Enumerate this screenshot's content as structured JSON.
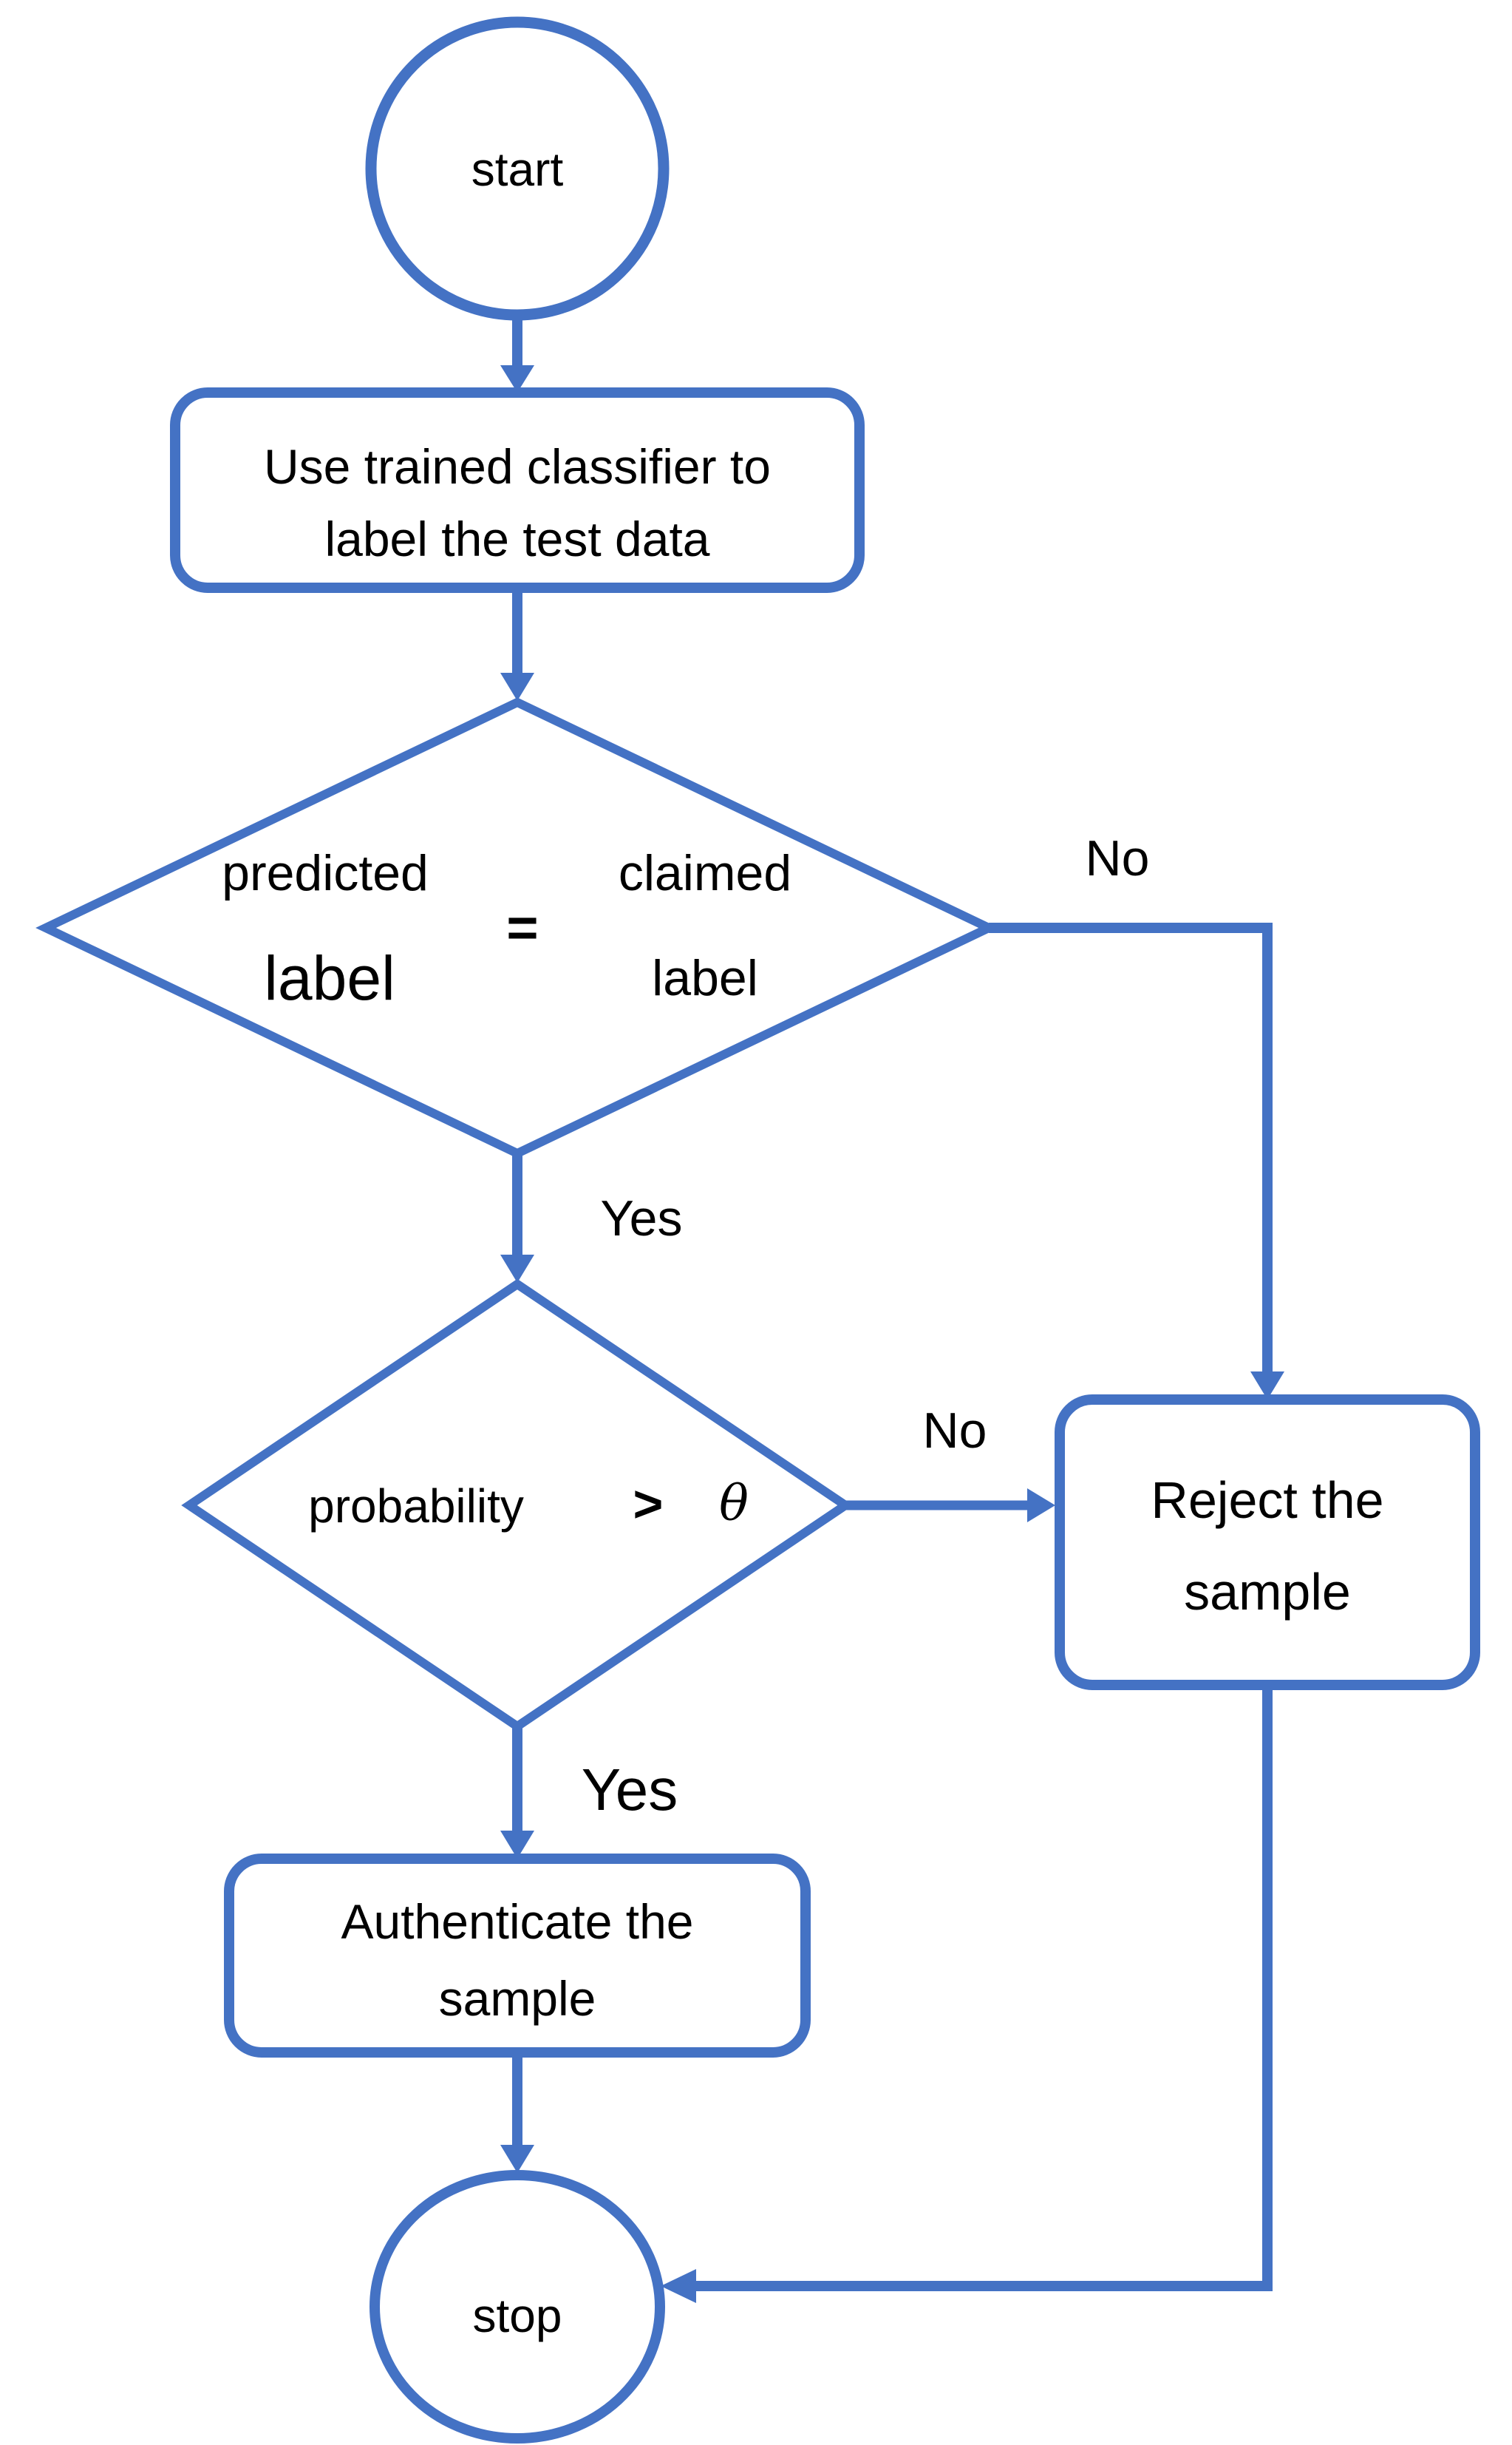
{
  "colors": {
    "accent": "#4472C4",
    "text": "#000000",
    "background": "#FFFFFF"
  },
  "nodes": {
    "start": {
      "label": "start",
      "shape": "terminator"
    },
    "classify": {
      "line1": "Use trained classifier to",
      "line2": "label the test data",
      "shape": "process"
    },
    "label_check": {
      "left_line1": "predicted",
      "left_line2": "label",
      "operator": "=",
      "right_line1": "claimed",
      "right_line2": "label",
      "shape": "decision"
    },
    "probability_check": {
      "subject": "probability",
      "operator": ">",
      "threshold": "θ",
      "shape": "decision"
    },
    "reject": {
      "line1": "Reject the",
      "line2": "sample",
      "shape": "process"
    },
    "authenticate": {
      "line1": "Authenticate the",
      "line2": "sample",
      "shape": "process"
    },
    "stop": {
      "label": "stop",
      "shape": "terminator"
    }
  },
  "edge_labels": {
    "label_check_no": "No",
    "label_check_yes": "Yes",
    "probability_check_no": "No",
    "probability_check_yes": "Yes"
  }
}
